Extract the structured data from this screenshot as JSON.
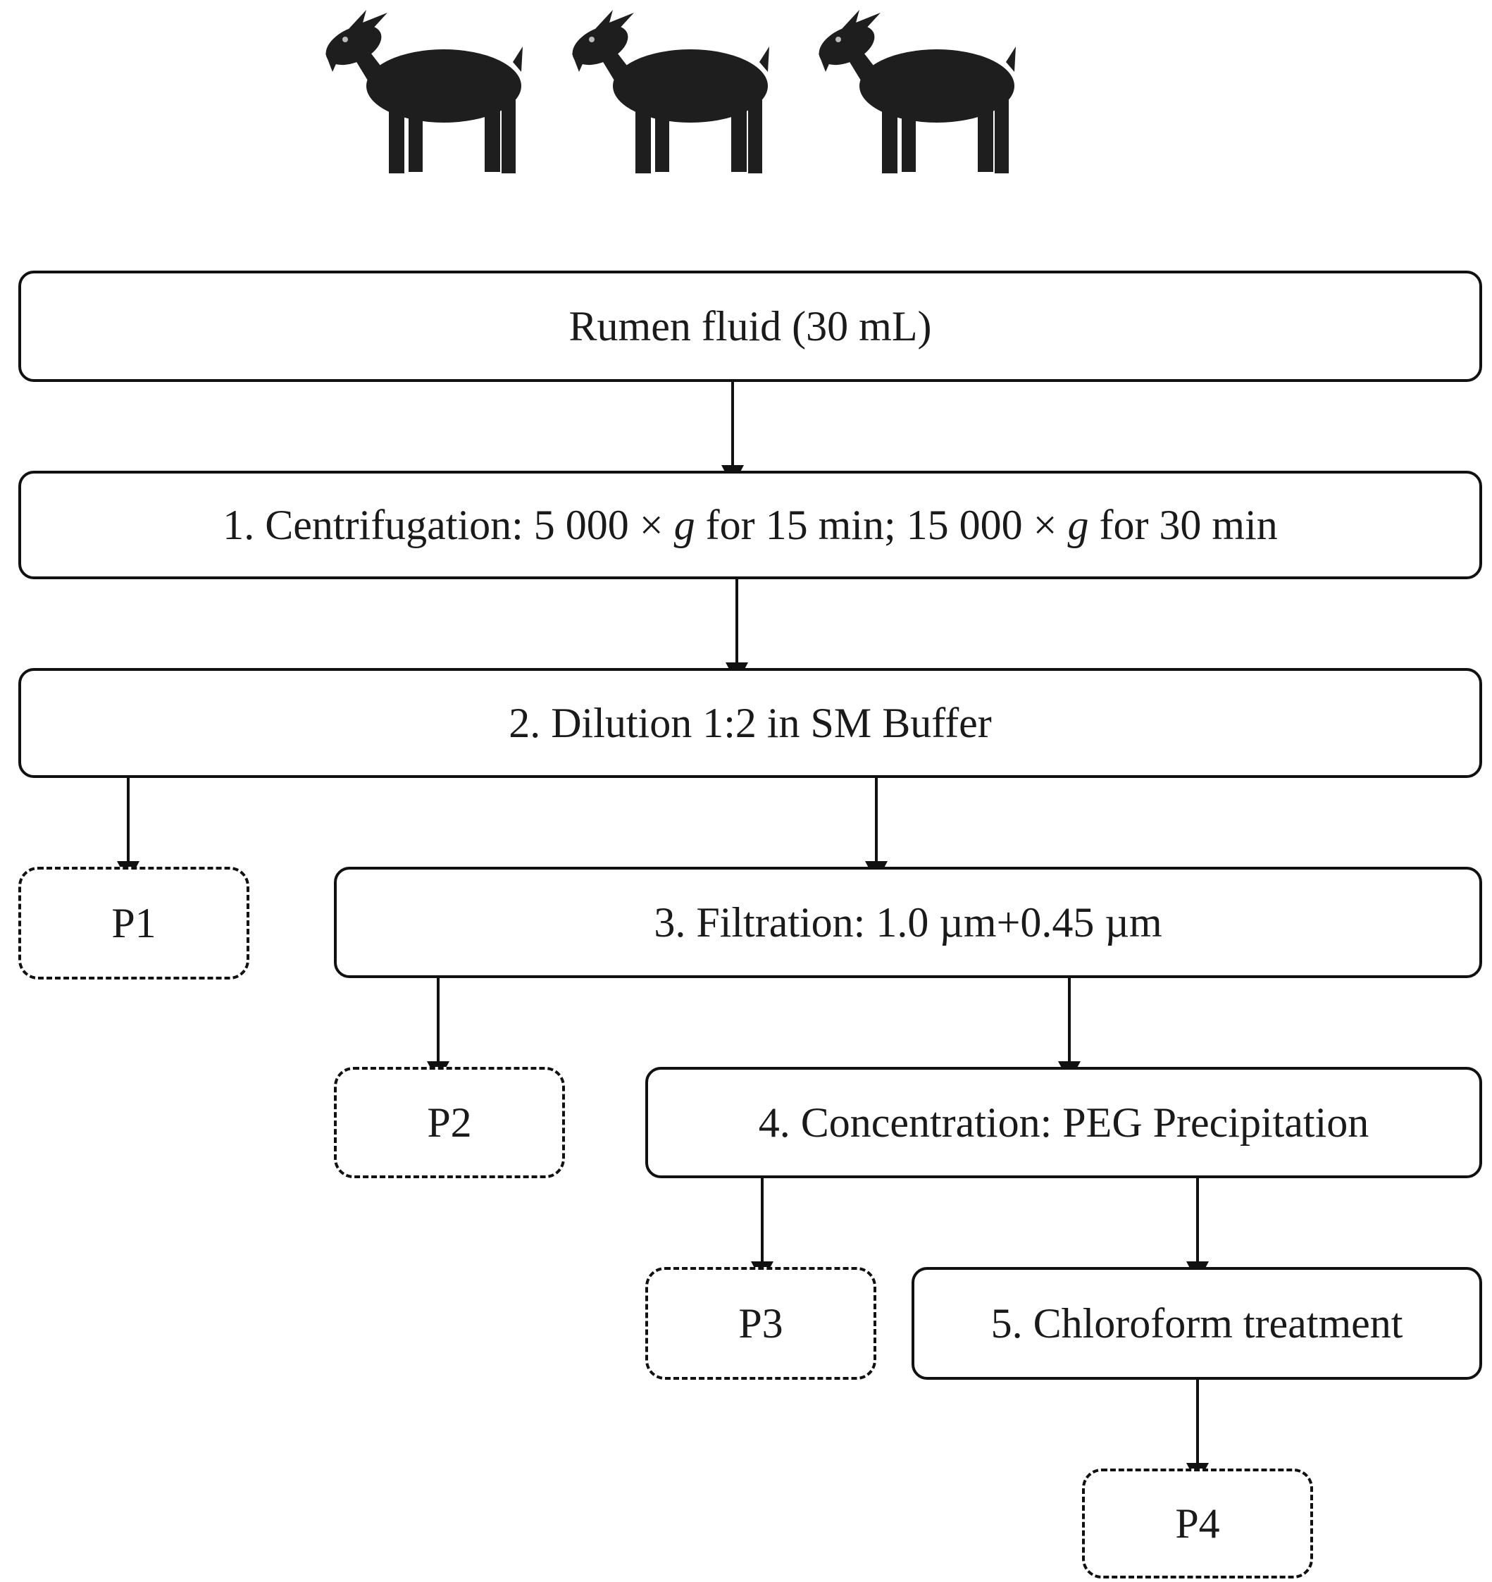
{
  "illustration": {
    "icon": "goat-icon",
    "count": 3,
    "color": "#1e1e1e"
  },
  "steps": {
    "rumen": "Rumen fluid (30 mL)",
    "centrifugation": {
      "prefix": "1. Centrifugation: 5 000 × ",
      "g1": "g",
      "middle": " for 15 min; 15 000 × ",
      "g2": "g",
      "suffix": " for 30 min"
    },
    "dilution": "2. Dilution 1:2 in SM Buffer",
    "filtration": "3. Filtration: 1.0 µm+0.45 µm",
    "concentration": "4. Concentration: PEG Precipitation",
    "chloroform": "5. Chloroform treatment"
  },
  "outputs": {
    "p1": "P1",
    "p2": "P2",
    "p3": "P3",
    "p4": "P4"
  }
}
